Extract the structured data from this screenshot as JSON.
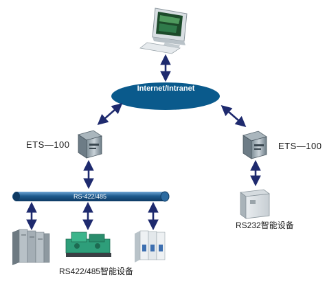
{
  "network": {
    "label": "Internet/Intranet"
  },
  "bus": {
    "label": "RS-422/485"
  },
  "servers": [
    {
      "label": "ETS—100"
    },
    {
      "label": "ETS—100"
    }
  ],
  "devices": {
    "rs232_label": "RS232智能设备",
    "rs485_label": "RS422/485智能设备"
  },
  "colors": {
    "cloud": "#0a5a8c",
    "bus": "#1f5c8f",
    "arrow": "#1e2a6e"
  }
}
